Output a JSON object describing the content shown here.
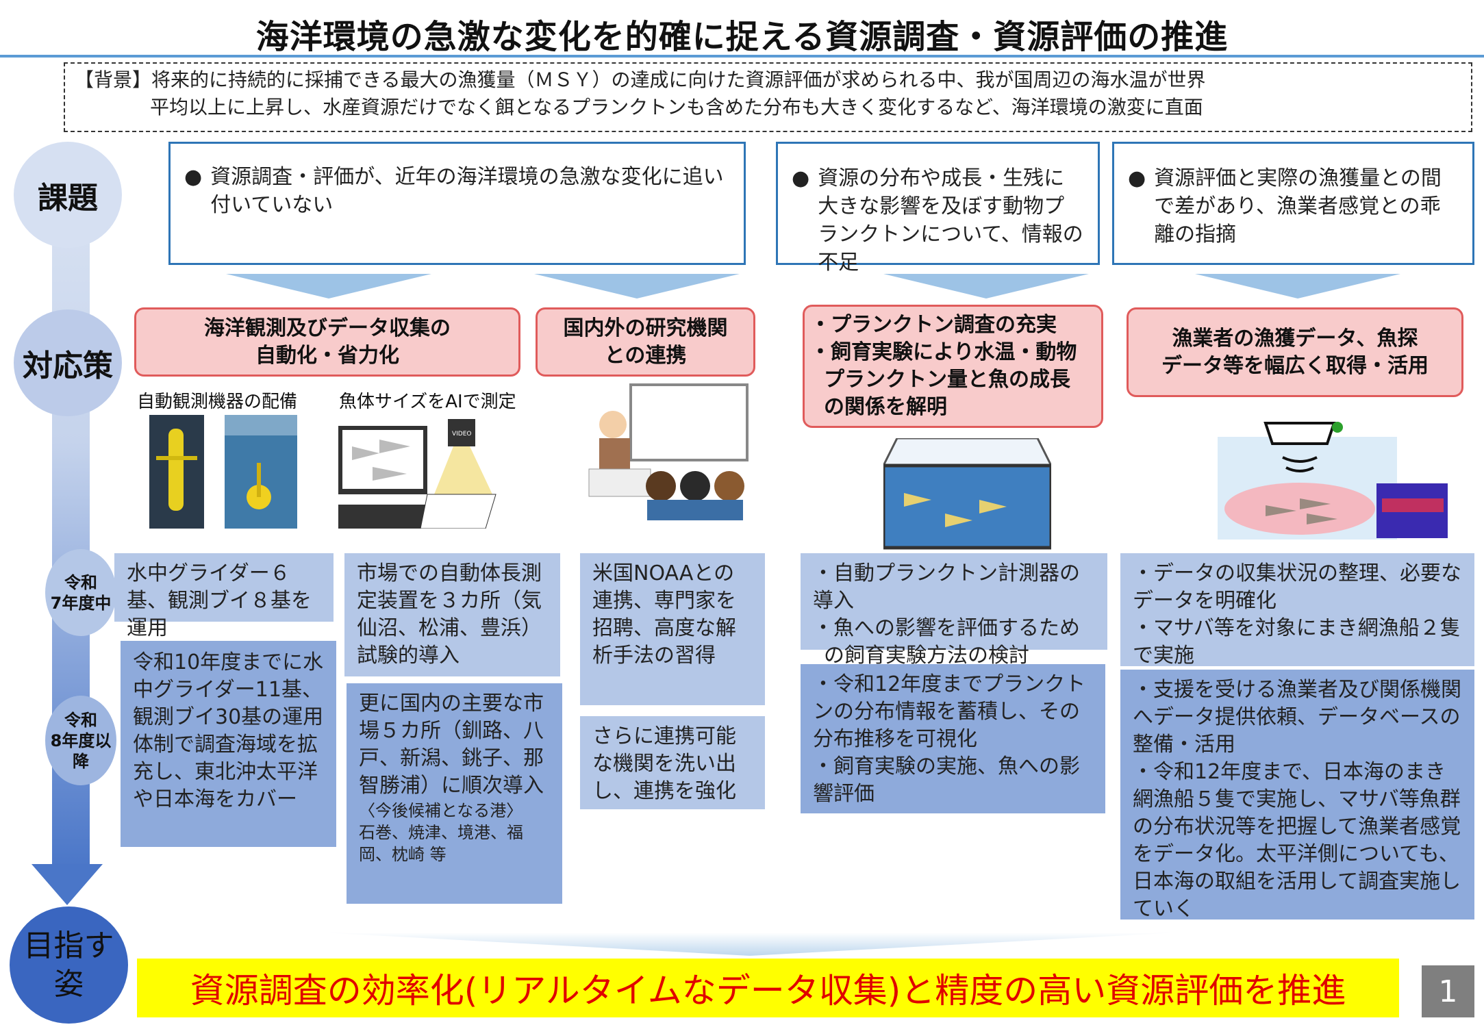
{
  "title": "海洋環境の急激な変化を的確に捉える資源調査・資源評価の推進",
  "background": {
    "line1": "【背景】将来的に持続的に採捕できる最大の漁獲量（ＭＳＹ）の達成に向けた資源評価が求められる中、我が国周辺の海水温が世界",
    "line2": "平均以上に上昇し、水産資源だけでなく餌となるプランクトンも含めた分布も大きく変化するなど、海洋環境の激変に直面"
  },
  "timeline": {
    "issues": "課題",
    "measures": "対応策",
    "r7_a": "令和",
    "r7_b": "7年度中",
    "r8_a": "令和",
    "r8_b": "8年度以降",
    "goal_a": "目指す",
    "goal_b": "姿"
  },
  "issues": [
    "資源調査・評価が、近年の海洋環境の急激な変化に追い付いていない",
    "資源の分布や成長・生残に大きな影響を及ぼす動物プランクトンについて、情報の不足",
    "資源評価と実際の漁獲量との間で差があり、漁業者感覚との乖離の指摘"
  ],
  "bullet": "●",
  "measures": [
    {
      "l1": "海洋観測及びデータ収集の",
      "l2": "自動化・省力化"
    },
    {
      "l1": "国内外の研究機関",
      "l2": "との連携"
    },
    {
      "l1": "・プランクトン調査の充実",
      "l2": "・飼育実験により水温・動物",
      "l3": "プランクトン量と魚の成長",
      "l4": "の関係を解明"
    },
    {
      "l1": "漁業者の漁獲データ、魚探",
      "l2": "データ等を幅広く取得・活用"
    }
  ],
  "image_labels": {
    "deploy": "自動観測機器の配備",
    "ai": "魚体サイズをAIで測定",
    "video": "VIDEO"
  },
  "r7": [
    "水中グライダー６基、観測ブイ８基を運用",
    "市場での自動体長測定装置を３カ所（気仙沼、松浦、豊浜）試験的導入",
    "米国NOAAとの連携、専門家を招聘、高度な解析手法の習得",
    [
      "・自動プランクトン計測器の導入",
      "・魚への影響を評価するための飼育実験方法の検討"
    ],
    [
      "・データの収集状況の整理、必要なデータを明確化",
      "・マサバ等を対象にまき網漁船２隻で実施"
    ]
  ],
  "r8": [
    "令和10年度までに水中グライダー11基、観測ブイ30基の運用体制で調査海域を拡充し、東北沖太平洋や日本海をカバー",
    {
      "main": "更に国内の主要な市場５カ所（釧路、八戸、新潟、銚子、那智勝浦）に順次導入",
      "sub_title": "〈今後候補となる港〉",
      "sub": "石巻、焼津、境港、福岡、枕崎 等"
    },
    "さらに連携可能な機関を洗い出し、連携を強化",
    [
      "・令和12年度までプランクトンの分布情報を蓄積し、その分布推移を可視化",
      "・飼育実験の実施、魚への影響評価"
    ],
    [
      "・支援を受ける漁業者及び関係機関へデータ提供依頼、データベースの整備・活用",
      "・令和12年度まで、日本海のまき網漁船５隻で実施し、マサバ等魚群の分布状況等を把握して漁業者感覚をデータ化。太平洋側についても、日本海の取組を活用して調査実施していく"
    ]
  ],
  "goal": "資源調査の効率化(リアルタイムなデータ収集)と精度の高い資源評価を推進",
  "page_number": "1"
}
